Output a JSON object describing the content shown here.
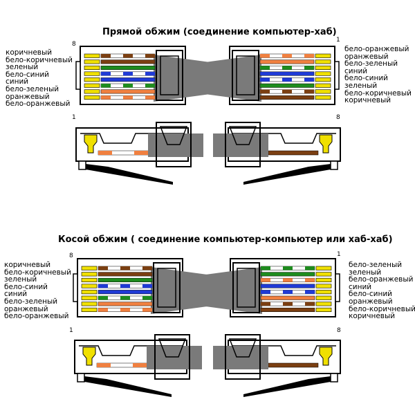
{
  "sections": [
    {
      "id": "straight",
      "title": "Прямой обжим (соединение компьютер-хаб)",
      "left_label_list": [
        "коричневый",
        "бело-коричневый",
        "зеленый",
        "бело-синий",
        "синий",
        "бело-зеленый",
        "оранжевый",
        "бело-оранжевый"
      ],
      "right_label_list": [
        "бело-оранжевый",
        "оранжевый",
        "бело-зеленый",
        "синий",
        "бело-синий",
        "зеленый",
        "бело-коричневый",
        "коричневый"
      ],
      "left_wires": [
        "white-brown",
        "brown",
        "green",
        "white-blue",
        "blue",
        "white-green",
        "orange",
        "white-orange"
      ],
      "right_wires": [
        "white-orange",
        "orange",
        "white-green",
        "blue",
        "white-blue",
        "green",
        "white-brown",
        "brown"
      ],
      "left_top_pin": "8",
      "right_top_pin": "1",
      "left_side_pin": "1",
      "right_side_pin": "8",
      "left_side_wire": "white-orange",
      "right_side_wire": "brown"
    },
    {
      "id": "cross",
      "title": "Косой обжим ( соединение компьютер-компьютер или хаб-хаб)",
      "left_label_list": [
        "коричневый",
        "бело-коричневый",
        "зеленый",
        "бело-синий",
        "синий",
        "бело-зеленый",
        "оранжевый",
        "бело-оранжевый"
      ],
      "right_label_list": [
        "бело-зеленый",
        "зеленый",
        "бело-оранжевый",
        "синий",
        "бело-синий",
        "оранжевый",
        "бело-коричневый",
        "коричневый"
      ],
      "left_wires": [
        "white-brown",
        "brown",
        "green",
        "white-blue",
        "blue",
        "white-green",
        "orange",
        "white-orange"
      ],
      "right_wires": [
        "white-green",
        "green",
        "white-orange",
        "blue",
        "white-blue",
        "orange",
        "white-brown",
        "brown"
      ],
      "left_top_pin": "8",
      "right_top_pin": "1",
      "left_side_pin": "1",
      "right_side_pin": "8",
      "left_side_wire": "white-orange",
      "right_side_wire": "brown"
    }
  ],
  "colors": {
    "brown": "#7b3f12",
    "green": "#1e8c1e",
    "blue": "#1f3ad6",
    "orange": "#f08040",
    "white": "#ffffff",
    "pin": "#f0e000",
    "cable": "#7a7a7a",
    "outline": "#000000"
  }
}
